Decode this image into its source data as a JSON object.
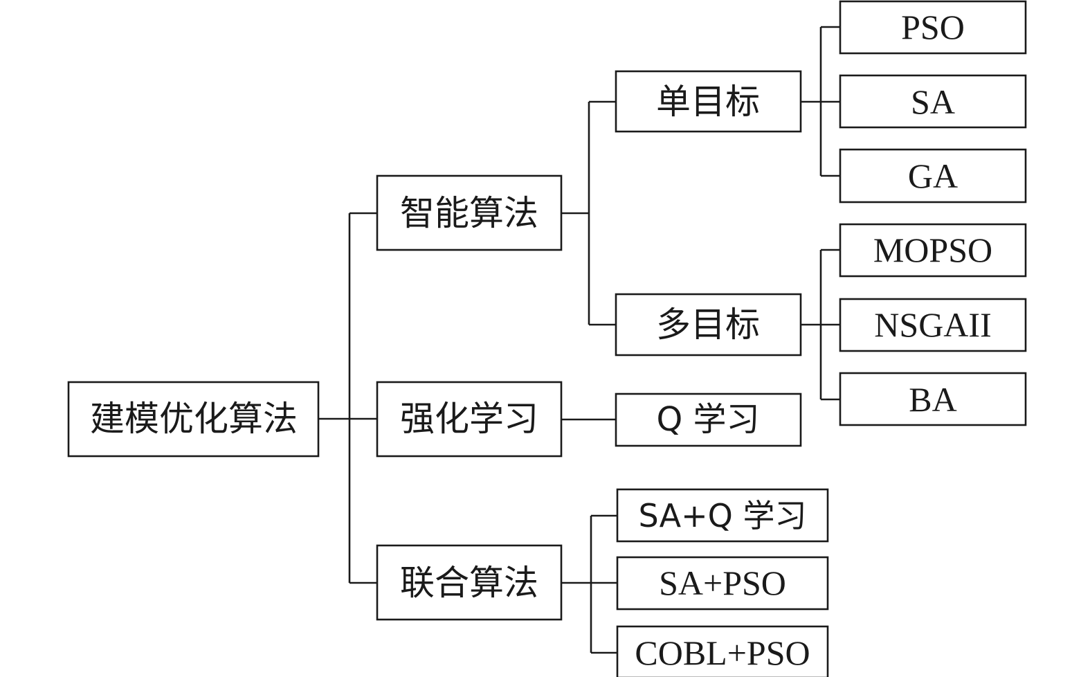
{
  "diagram": {
    "root": {
      "label": "建模优化算法"
    },
    "categories": [
      {
        "id": "intelligent",
        "label": "智能算法",
        "subgroups": [
          {
            "id": "single-objective",
            "label": "单目标",
            "methods": [
              "PSO",
              "SA",
              "GA"
            ]
          },
          {
            "id": "multi-objective",
            "label": "多目标",
            "methods": [
              "MOPSO",
              "NSGAII",
              "BA"
            ]
          }
        ]
      },
      {
        "id": "reinforcement",
        "label": "强化学习",
        "methods": [
          "Q 学习"
        ]
      },
      {
        "id": "hybrid",
        "label": "联合算法",
        "methods": [
          "SA+Q 学习",
          "SA+PSO",
          "COBL+PSO"
        ]
      }
    ]
  }
}
